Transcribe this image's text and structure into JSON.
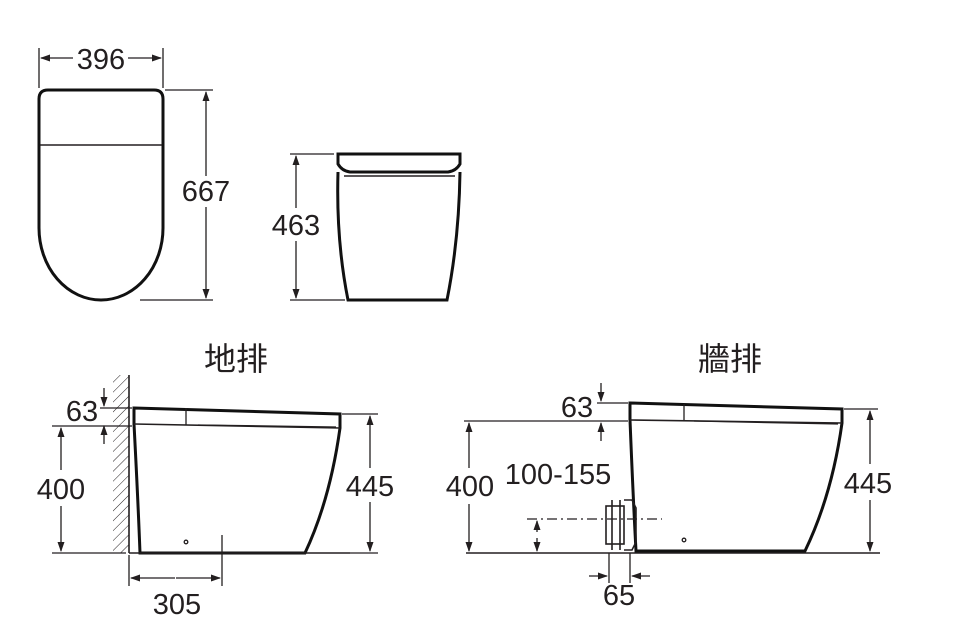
{
  "views": {
    "top": {
      "width": "396",
      "length": "667"
    },
    "front": {
      "height": "463"
    },
    "floor_drain": {
      "title": "地排",
      "top_offset": "63",
      "seat_height": "400",
      "total_height": "445",
      "outlet_distance": "305"
    },
    "wall_drain": {
      "title": "牆排",
      "top_offset": "63",
      "seat_height": "400",
      "outlet_height": "100-155",
      "total_height": "445",
      "outlet_depth": "65"
    }
  }
}
